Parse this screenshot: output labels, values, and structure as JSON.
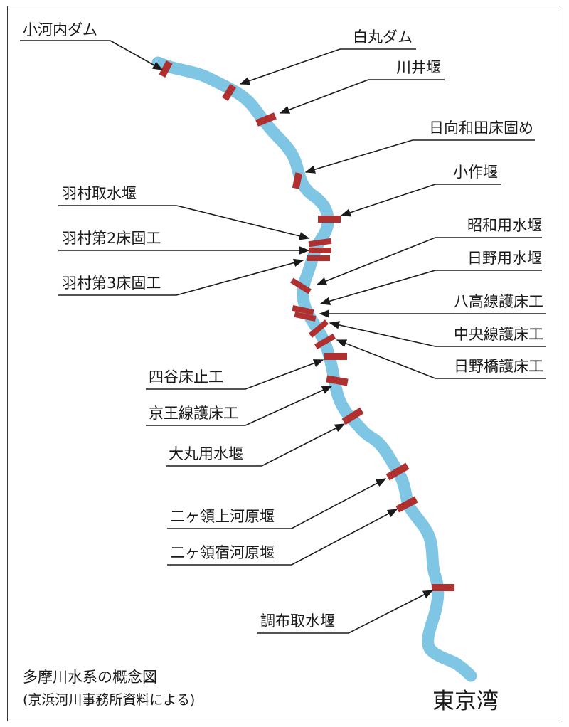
{
  "caption": {
    "title": "多摩川水系の概念図",
    "source": "(京浜河川事務所資料による)"
  },
  "river_end_label": "東京湾",
  "colors": {
    "river": "#7fc6e4",
    "structure": "#b03030",
    "line": "#1a1a1a"
  },
  "structures": [
    {
      "id": "ogouchi-dam",
      "name": "小河内ダム"
    },
    {
      "id": "shiromaru-dam",
      "name": "白丸ダム"
    },
    {
      "id": "kawai-seki",
      "name": "川井堰"
    },
    {
      "id": "hinatawada-tokogatame",
      "name": "日向和田床固め"
    },
    {
      "id": "kosaku-seki",
      "name": "小作堰"
    },
    {
      "id": "hamura-shusui-seki",
      "name": "羽村取水堰"
    },
    {
      "id": "hamura-2-tokokote",
      "name": "羽村第2床固工"
    },
    {
      "id": "hamura-3-tokokote",
      "name": "羽村第3床固工"
    },
    {
      "id": "showa-yosui-seki",
      "name": "昭和用水堰"
    },
    {
      "id": "hino-yosui-seki",
      "name": "日野用水堰"
    },
    {
      "id": "hachiko-sen-gosho",
      "name": "八高線護床工"
    },
    {
      "id": "chuo-sen-gosho",
      "name": "中央線護床工"
    },
    {
      "id": "hinobashi-gosho",
      "name": "日野橋護床工"
    },
    {
      "id": "yotsuya-tokodome",
      "name": "四谷床止工"
    },
    {
      "id": "keio-sen-gosho",
      "name": "京王線護床工"
    },
    {
      "id": "omaru-yosui-seki",
      "name": "大丸用水堰"
    },
    {
      "id": "nikaryo-kami-kawara-seki",
      "name": "二ヶ領上河原堰"
    },
    {
      "id": "nikaryo-shuku-kawara-seki",
      "name": "二ヶ領宿河原堰"
    },
    {
      "id": "chofu-shusui-seki",
      "name": "調布取水堰"
    }
  ]
}
